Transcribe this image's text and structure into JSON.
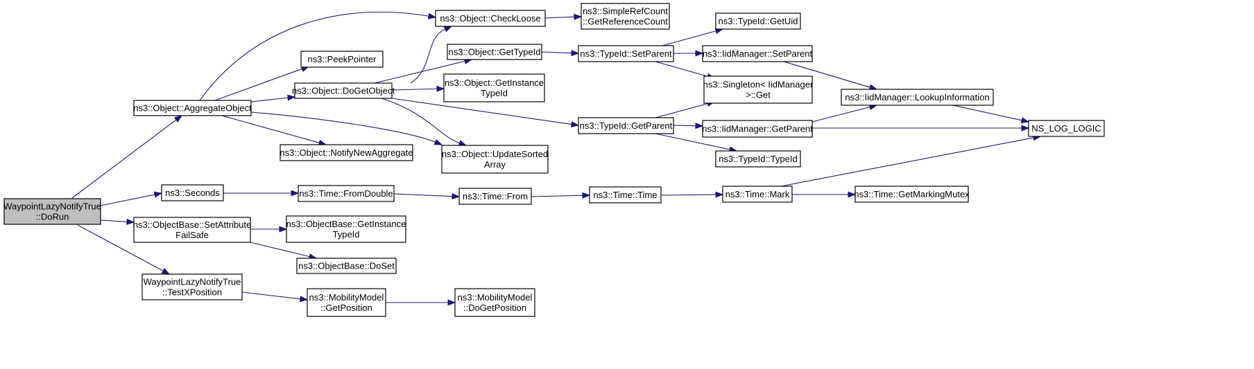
{
  "graph": {
    "colors": {
      "edge": "#191970",
      "node_border": "#000000",
      "node_fill": "#ffffff",
      "root_fill": "#bfbfbf"
    },
    "nodes": [
      {
        "id": "dorun",
        "lines": [
          "WaypointLazyNotifyTrue",
          "::DoRun"
        ],
        "root": true
      },
      {
        "id": "aggregate",
        "lines": [
          "ns3::Object::AggregateObject"
        ]
      },
      {
        "id": "seconds",
        "lines": [
          "ns3::Seconds"
        ]
      },
      {
        "id": "setattr",
        "lines": [
          "ns3::ObjectBase::SetAttribute",
          "FailSafe"
        ]
      },
      {
        "id": "testx",
        "lines": [
          "WaypointLazyNotifyTrue",
          "::TestXPosition"
        ]
      },
      {
        "id": "checkloose",
        "lines": [
          "ns3::Object::CheckLoose"
        ]
      },
      {
        "id": "peek",
        "lines": [
          "ns3::PeekPointer"
        ]
      },
      {
        "id": "dogetobject",
        "lines": [
          "ns3::Object::DoGetObject"
        ]
      },
      {
        "id": "notifynew",
        "lines": [
          "ns3::Object::NotifyNewAggregate"
        ]
      },
      {
        "id": "updatesorted",
        "lines": [
          "ns3::Object::UpdateSorted",
          "Array"
        ]
      },
      {
        "id": "gettypeid",
        "lines": [
          "ns3::Object::GetTypeId"
        ]
      },
      {
        "id": "getinsttypeid",
        "lines": [
          "ns3::Object::GetInstance",
          "TypeId"
        ]
      },
      {
        "id": "simpleref",
        "lines": [
          "ns3::SimpleRefCount",
          "::GetReferenceCount"
        ]
      },
      {
        "id": "tid_setparent",
        "lines": [
          "ns3::TypeId::SetParent"
        ]
      },
      {
        "id": "tid_getparent",
        "lines": [
          "ns3::TypeId::GetParent"
        ]
      },
      {
        "id": "tid_getuid",
        "lines": [
          "ns3::TypeId::GetUid"
        ]
      },
      {
        "id": "iid_setparent",
        "lines": [
          "ns3::IidManager::SetParent"
        ]
      },
      {
        "id": "singleton",
        "lines": [
          "ns3::Singleton< IidManager",
          " >::Get"
        ]
      },
      {
        "id": "iid_getparent",
        "lines": [
          "ns3::IidManager::GetParent"
        ]
      },
      {
        "id": "tid_typeid",
        "lines": [
          "ns3::TypeId::TypeId"
        ]
      },
      {
        "id": "lookup",
        "lines": [
          "ns3::IidManager::LookupInformation"
        ]
      },
      {
        "id": "nslog",
        "lines": [
          "NS_LOG_LOGIC"
        ]
      },
      {
        "id": "fromdouble",
        "lines": [
          "ns3::Time::FromDouble"
        ]
      },
      {
        "id": "timefrom",
        "lines": [
          "ns3::Time::From"
        ]
      },
      {
        "id": "timetime",
        "lines": [
          "ns3::Time::Time"
        ]
      },
      {
        "id": "mark",
        "lines": [
          "ns3::Time::Mark"
        ]
      },
      {
        "id": "mutex",
        "lines": [
          "ns3::Time::GetMarkingMutex"
        ]
      },
      {
        "id": "ob_getinst",
        "lines": [
          "ns3::ObjectBase::GetInstance",
          "TypeId"
        ]
      },
      {
        "id": "ob_doset",
        "lines": [
          "ns3::ObjectBase::DoSet"
        ]
      },
      {
        "id": "mm_getpos",
        "lines": [
          "ns3::MobilityModel",
          "::GetPosition"
        ]
      },
      {
        "id": "mm_dogetpos",
        "lines": [
          "ns3::MobilityModel",
          "::DoGetPosition"
        ]
      }
    ],
    "edges": [
      [
        "dorun",
        "aggregate"
      ],
      [
        "dorun",
        "seconds"
      ],
      [
        "dorun",
        "setattr"
      ],
      [
        "dorun",
        "testx"
      ],
      [
        "aggregate",
        "checkloose"
      ],
      [
        "aggregate",
        "peek"
      ],
      [
        "aggregate",
        "dogetobject"
      ],
      [
        "aggregate",
        "notifynew"
      ],
      [
        "aggregate",
        "updatesorted"
      ],
      [
        "dogetobject",
        "checkloose"
      ],
      [
        "dogetobject",
        "gettypeid"
      ],
      [
        "dogetobject",
        "getinsttypeid"
      ],
      [
        "dogetobject",
        "updatesorted"
      ],
      [
        "dogetobject",
        "tid_getparent"
      ],
      [
        "checkloose",
        "simpleref"
      ],
      [
        "gettypeid",
        "tid_setparent"
      ],
      [
        "tid_setparent",
        "tid_getuid"
      ],
      [
        "tid_setparent",
        "iid_setparent"
      ],
      [
        "tid_setparent",
        "singleton"
      ],
      [
        "iid_setparent",
        "lookup"
      ],
      [
        "tid_getparent",
        "singleton"
      ],
      [
        "tid_getparent",
        "iid_getparent"
      ],
      [
        "tid_getparent",
        "tid_typeid"
      ],
      [
        "iid_getparent",
        "lookup"
      ],
      [
        "iid_getparent",
        "nslog"
      ],
      [
        "lookup",
        "nslog"
      ],
      [
        "seconds",
        "fromdouble"
      ],
      [
        "fromdouble",
        "timefrom"
      ],
      [
        "timefrom",
        "timetime"
      ],
      [
        "timetime",
        "mark"
      ],
      [
        "mark",
        "mutex"
      ],
      [
        "mark",
        "nslog"
      ],
      [
        "setattr",
        "ob_getinst"
      ],
      [
        "setattr",
        "ob_doset"
      ],
      [
        "testx",
        "mm_getpos"
      ],
      [
        "mm_getpos",
        "mm_dogetpos"
      ]
    ]
  }
}
